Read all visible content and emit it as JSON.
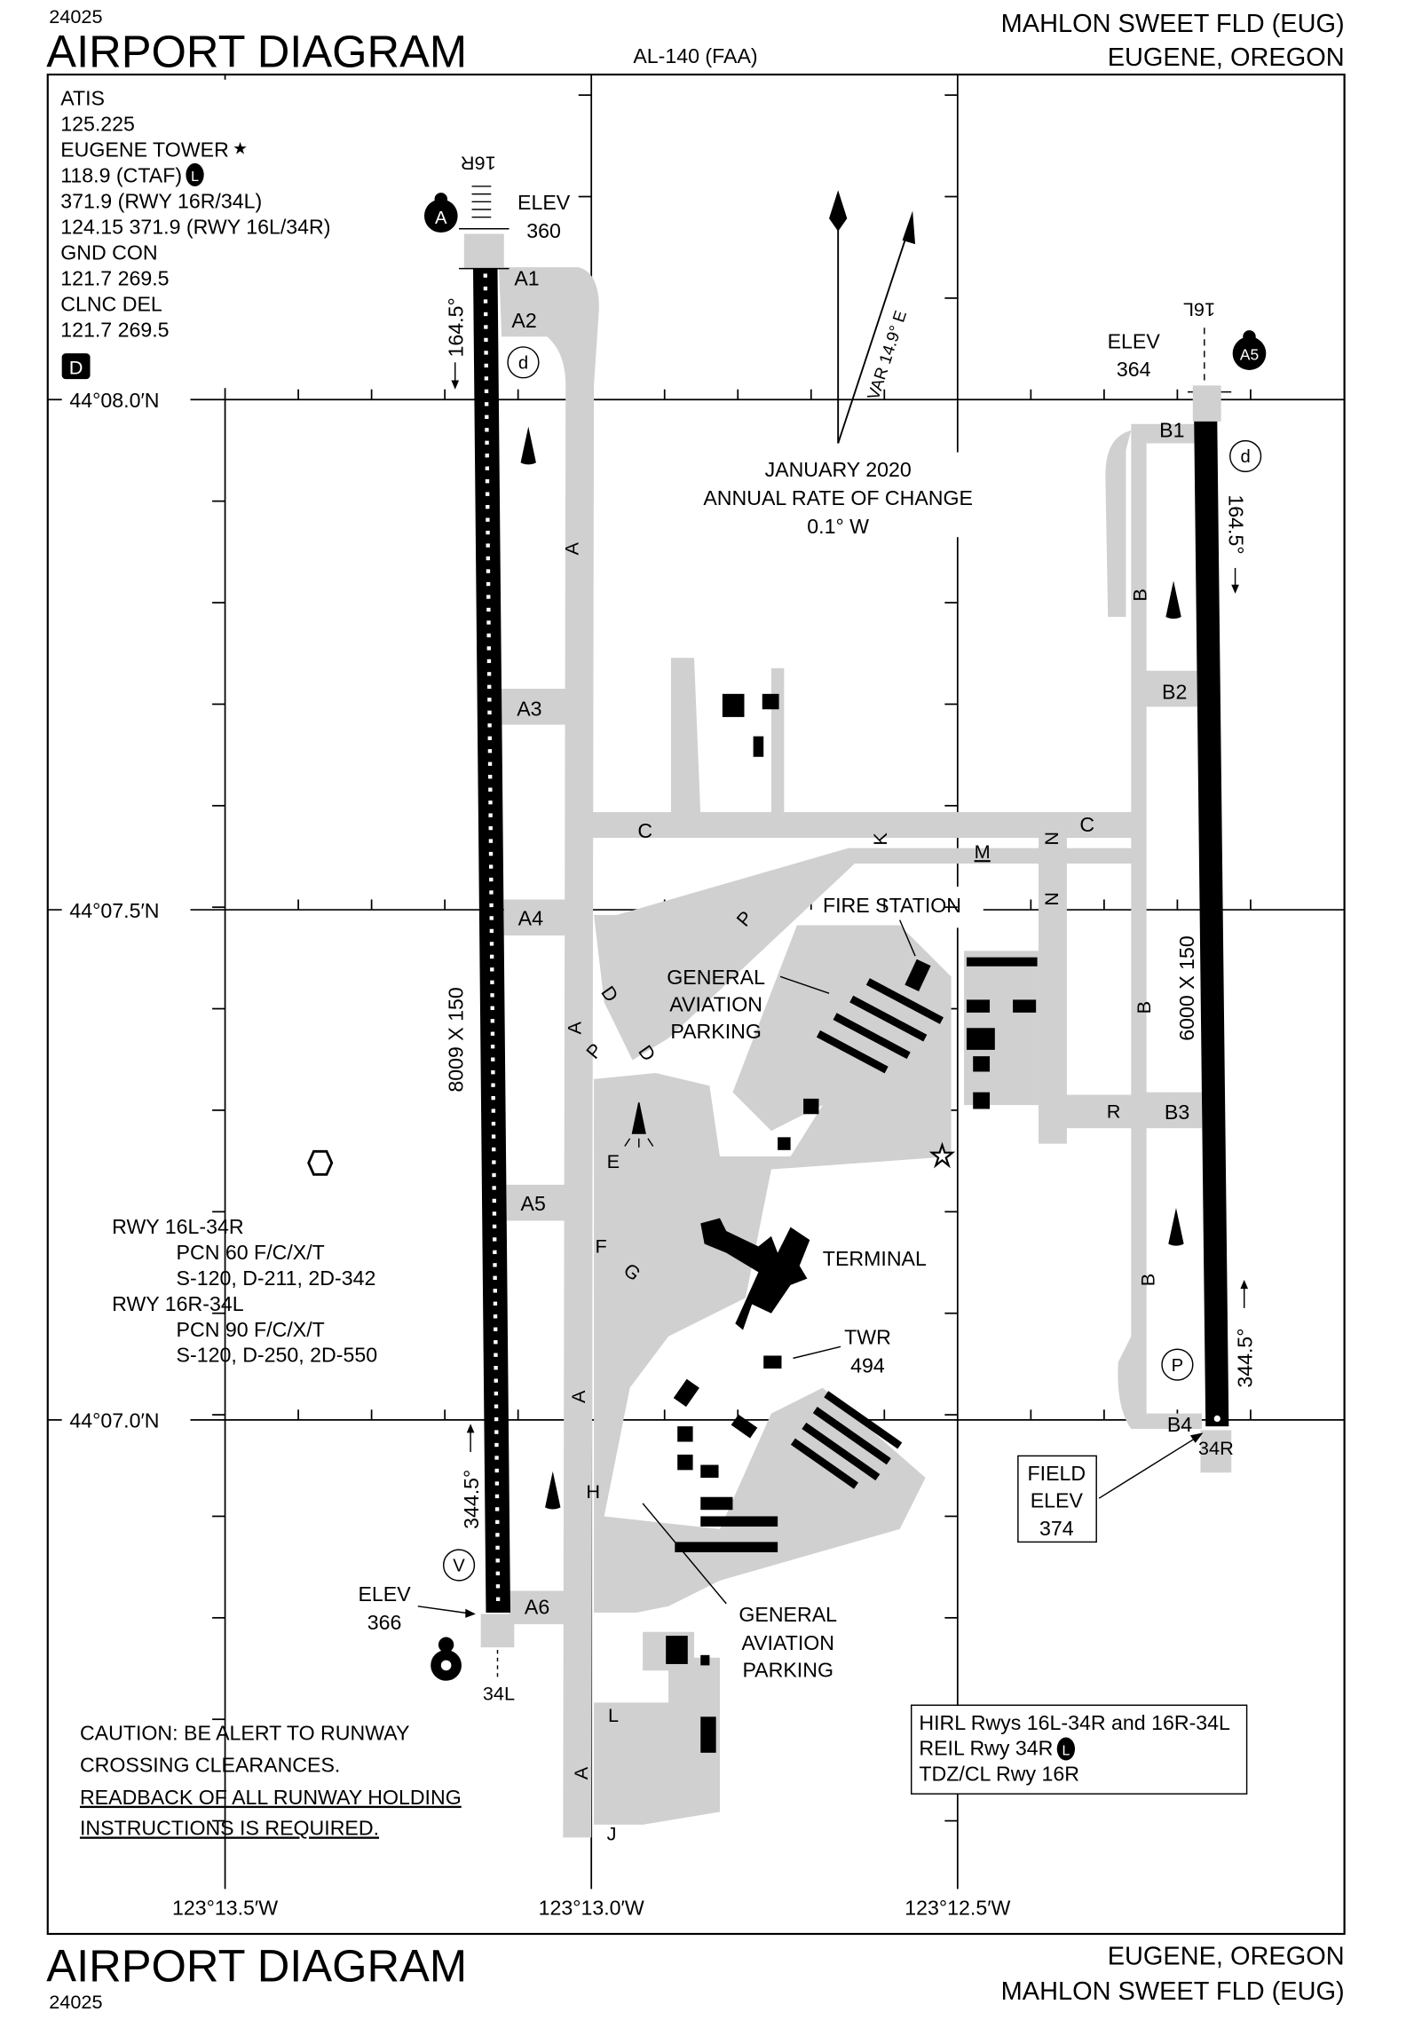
{
  "header": {
    "chart_number": "24025",
    "title": "AIRPORT DIAGRAM",
    "procedure_id": "AL-140 (FAA)",
    "airport_name": "MAHLON SWEET FLD (EUG)",
    "city_state": "EUGENE, OREGON"
  },
  "footer": {
    "chart_number": "24025",
    "title": "AIRPORT DIAGRAM",
    "city_state": "EUGENE, OREGON",
    "airport_name": "MAHLON SWEET FLD (EUG)"
  },
  "comms": {
    "lines": [
      "ATIS",
      "125.225",
      "EUGENE TOWER",
      "118.9 (CTAF)",
      "371.9 (RWY 16R/34L)",
      "124.15  371.9 (RWY 16L/34R)",
      "GND CON",
      "121.7  269.5",
      "CLNC DEL",
      "121.7  269.5"
    ],
    "tower_star": "★",
    "lighting_badge": "L",
    "dcl_badge": "D"
  },
  "grid": {
    "lat_labels": [
      "44°08.0′N",
      "44°07.5′N",
      "44°07.0′N"
    ],
    "lon_labels": [
      "123°13.5′W",
      "123°13.0′W",
      "123°12.5′W"
    ]
  },
  "magnetic": {
    "var_label": "VAR 14.9° E",
    "lines": [
      "JANUARY 2020",
      "ANNUAL RATE OF CHANGE",
      "0.1° W"
    ]
  },
  "runways": {
    "r16r": {
      "end_label": "16R",
      "elev_label": "ELEV",
      "elev": "360",
      "heading": "164.5°",
      "badge": "A"
    },
    "r34l": {
      "end_label": "34L",
      "elev_label": "ELEV",
      "elev": "366",
      "heading": "344.5°",
      "dims": "8009 X 150",
      "badge": "V"
    },
    "r16l": {
      "end_label": "16L",
      "elev_label": "ELEV",
      "elev": "364",
      "heading": "164.5°",
      "badge": "A5"
    },
    "r34r": {
      "end_label": "34R",
      "heading": "344.5°",
      "dims": "6000 X 150",
      "badge": "P"
    },
    "circle_d": "d"
  },
  "field_elev": {
    "lines": [
      "FIELD",
      "ELEV",
      "374"
    ]
  },
  "taxiways": {
    "A1": "A1",
    "A2": "A2",
    "A3": "A3",
    "A4": "A4",
    "A5": "A5",
    "A6": "A6",
    "A": "A",
    "B": "B",
    "B1": "B1",
    "B2": "B2",
    "B3": "B3",
    "B4": "B4",
    "C": "C",
    "D": "D",
    "E": "E",
    "F": "F",
    "G": "G",
    "H": "H",
    "J": "J",
    "K": "K",
    "L": "L",
    "M": "M",
    "N": "N",
    "P": "P",
    "R": "R"
  },
  "facilities": {
    "fire_station": "FIRE STATION",
    "ga_parking": [
      "GENERAL",
      "AVIATION",
      "PARKING"
    ],
    "terminal": "TERMINAL",
    "tower": "TWR",
    "tower_elev": "494"
  },
  "pcn": {
    "lines": [
      "RWY 16L-34R",
      "PCN 60 F/C/X/T",
      "S-120, D-211, 2D-342",
      "RWY 16R-34L",
      "PCN 90 F/C/X/T",
      "S-120, D-250, 2D-550"
    ]
  },
  "caution": {
    "lines": [
      "CAUTION: BE ALERT TO RUNWAY",
      "CROSSING CLEARANCES."
    ],
    "underlined": [
      "READBACK OF ALL RUNWAY HOLDING",
      "INSTRUCTIONS IS REQUIRED."
    ]
  },
  "lighting": {
    "lines": [
      "HIRL Rwys 16L-34R and 16R-34L",
      "REIL Rwy 34R",
      "TDZ/CL Rwy 16R"
    ],
    "badge": "L"
  }
}
